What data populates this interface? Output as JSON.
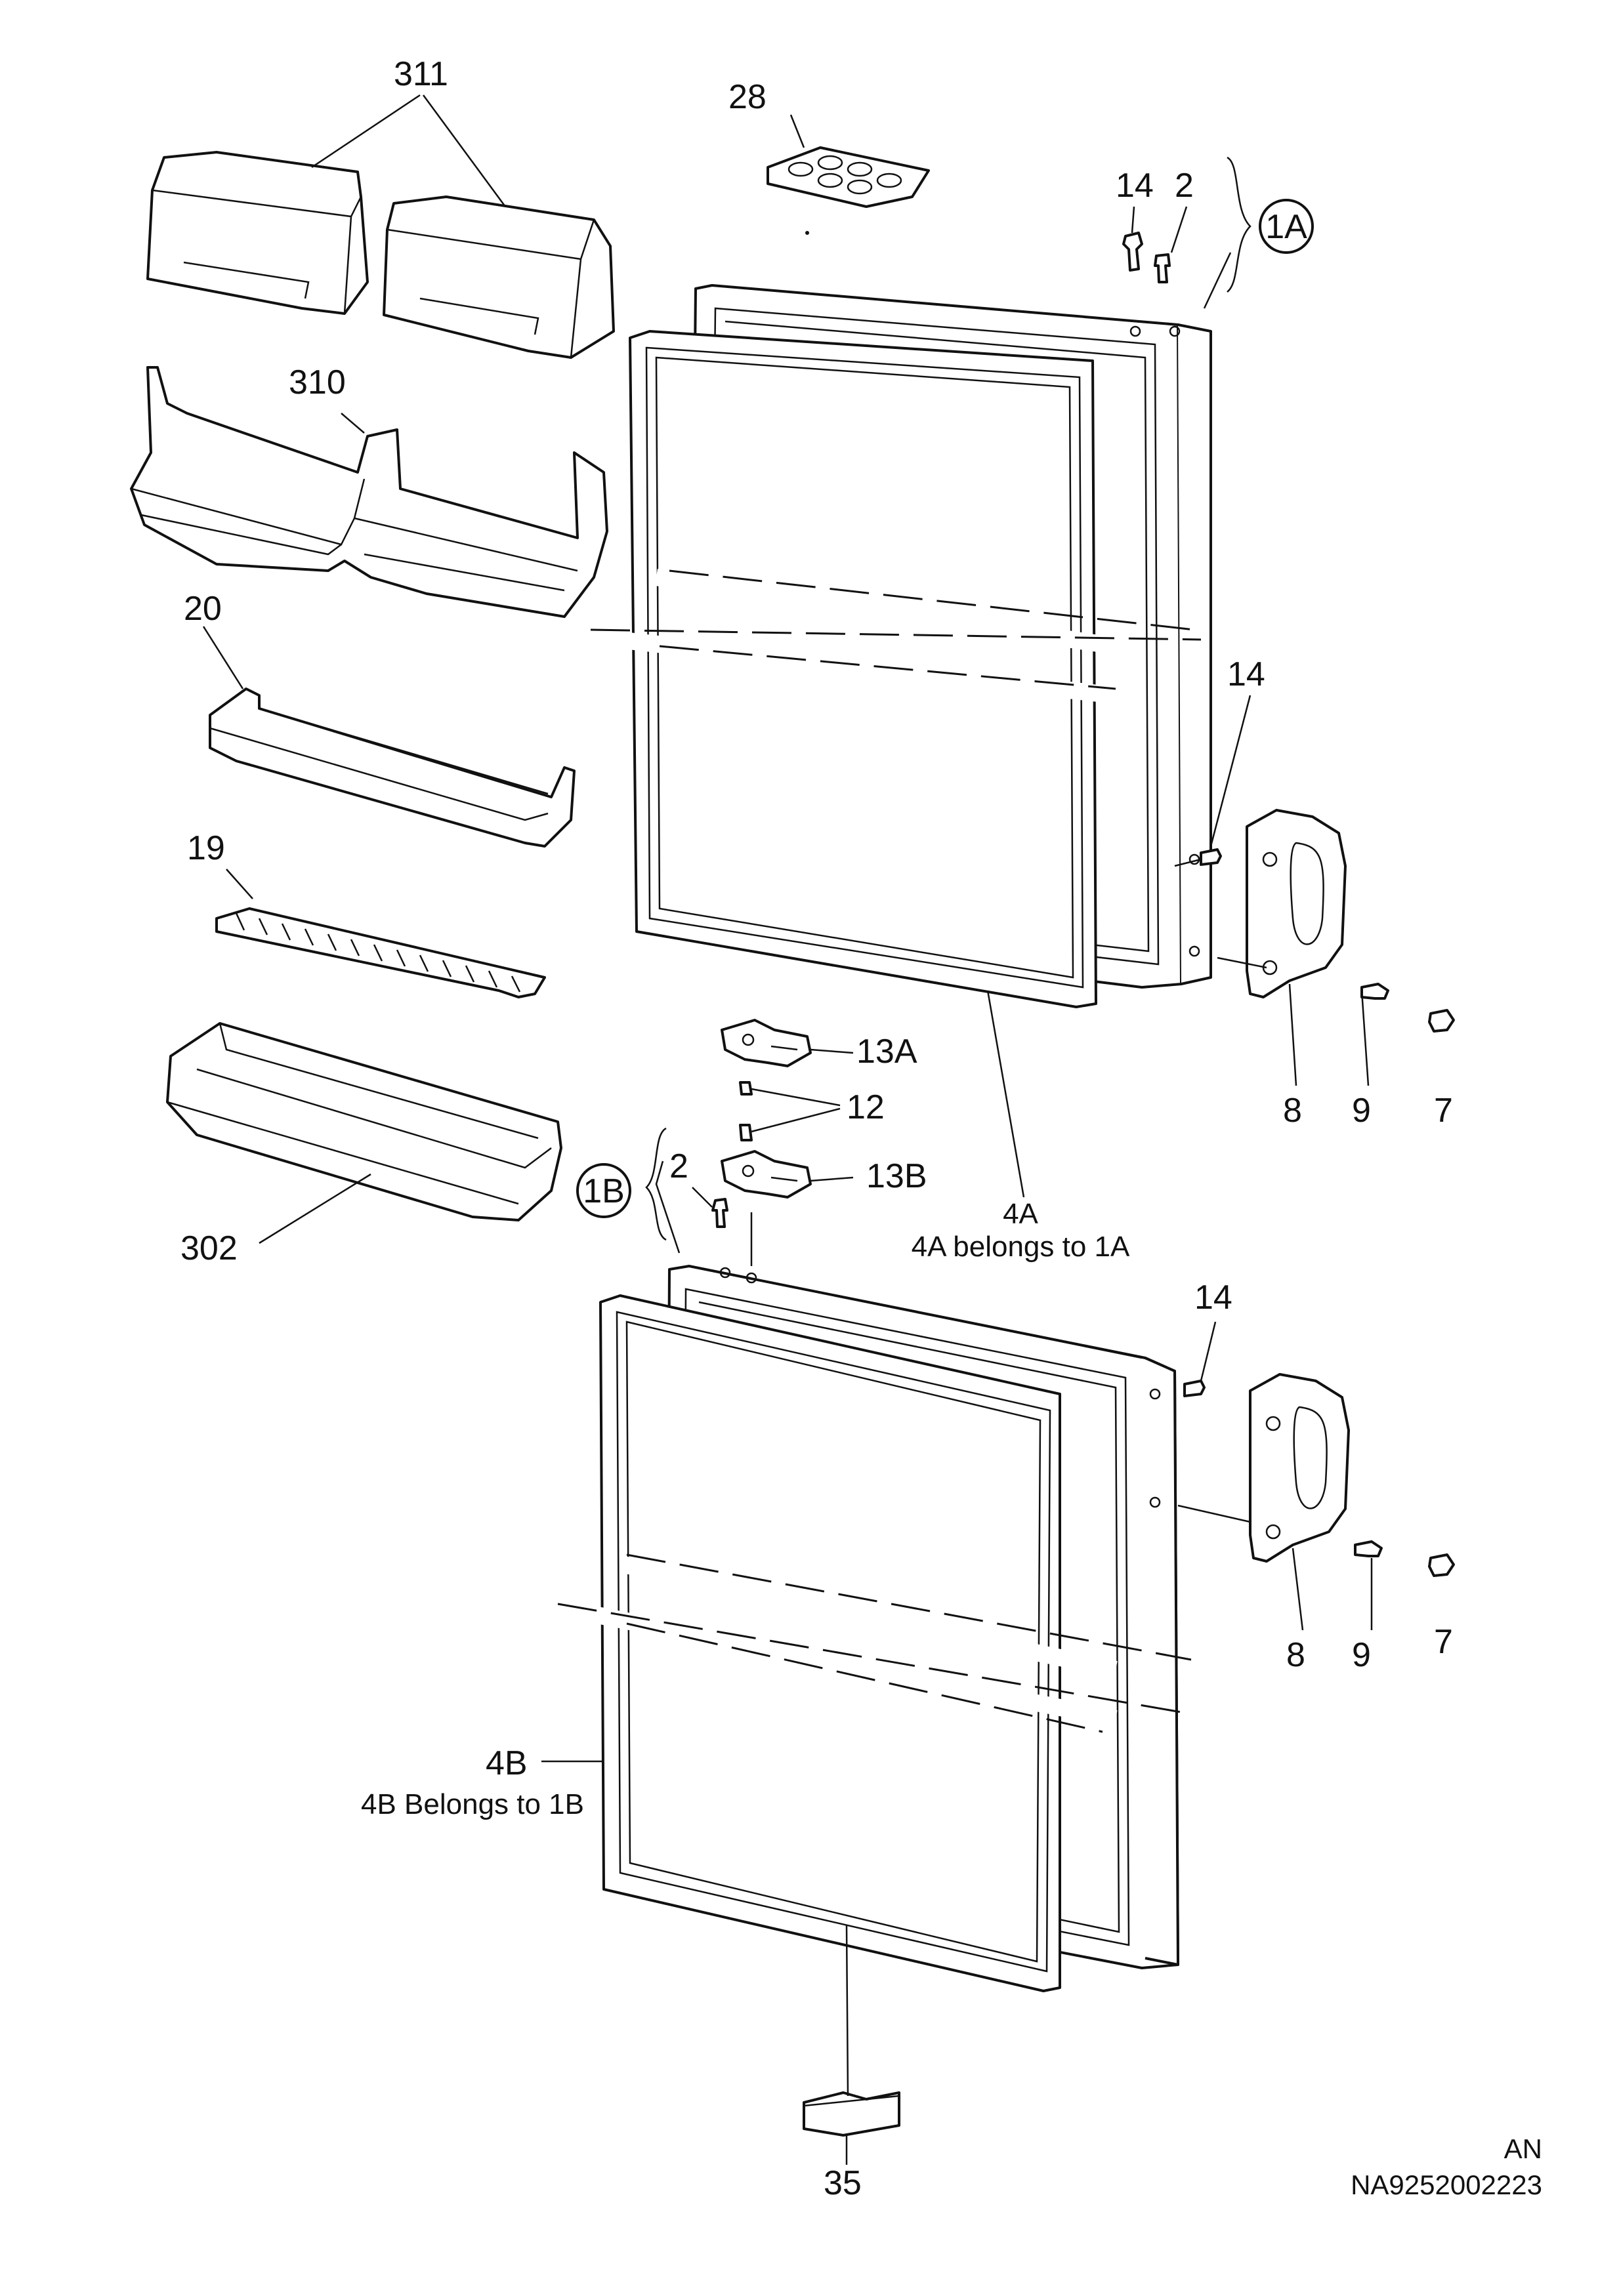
{
  "labels": {
    "l311": "311",
    "l28": "28",
    "l14_top": "14",
    "l2_top": "2",
    "l1A": "1A",
    "l310": "310",
    "l20": "20",
    "l14_mid": "14",
    "l19": "19",
    "l13A": "13A",
    "l12": "12",
    "l13B": "13B",
    "l8_top": "8",
    "l9_top": "9",
    "l7_top": "7",
    "l2_low": "2",
    "l1B": "1B",
    "l302": "302",
    "l4A": "4A",
    "l4A_note": "4A belongs to 1A",
    "l14_low": "14",
    "l8_low": "8",
    "l9_low": "9",
    "l7_low": "7",
    "l4B": "4B",
    "l4B_note": "4B  Belongs to 1B",
    "l35": "35"
  },
  "footer": {
    "region": "AN",
    "code": "NA9252002223"
  }
}
